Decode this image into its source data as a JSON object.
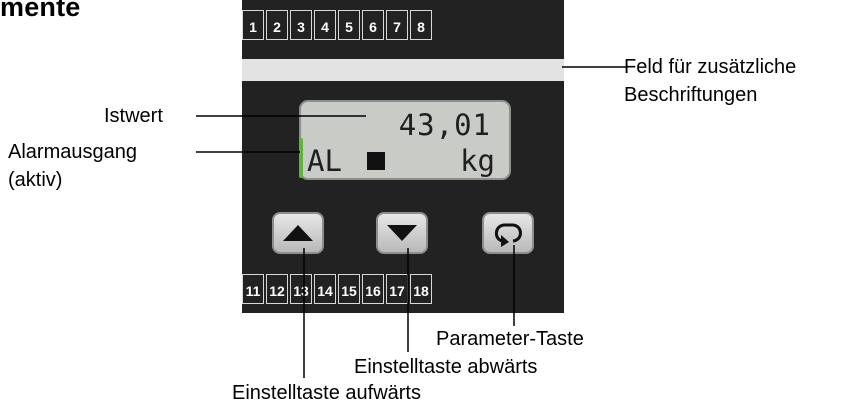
{
  "heading": "mente",
  "terminals_top": [
    "1",
    "2",
    "3",
    "4",
    "5",
    "6",
    "7",
    "8"
  ],
  "terminals_bottom": [
    "11",
    "12",
    "13",
    "14",
    "15",
    "16",
    "17",
    "18"
  ],
  "display": {
    "value": "43,01",
    "alarm": "AL",
    "unit": "kg"
  },
  "labels": {
    "istwert": "Istwert",
    "alarm_line1": "Alarmausgang",
    "alarm_line2": "(aktiv)",
    "feld_line1": "Feld für zusätzliche",
    "feld_line2": "Beschriftungen",
    "parameter": "Parameter-Taste",
    "abwaerts": "Einstelltaste abwärts",
    "aufwaerts": "Einstelltaste aufwärts"
  },
  "icons": {
    "up_key": "triangle-up-icon",
    "down_key": "triangle-down-icon",
    "parameter_key": "cycle-arrow-icon"
  },
  "colors": {
    "device": "#222222",
    "lcd": "#c9cbc6",
    "lcd_edge_glow": "#62b33d",
    "strip": "#e3e3e3"
  }
}
